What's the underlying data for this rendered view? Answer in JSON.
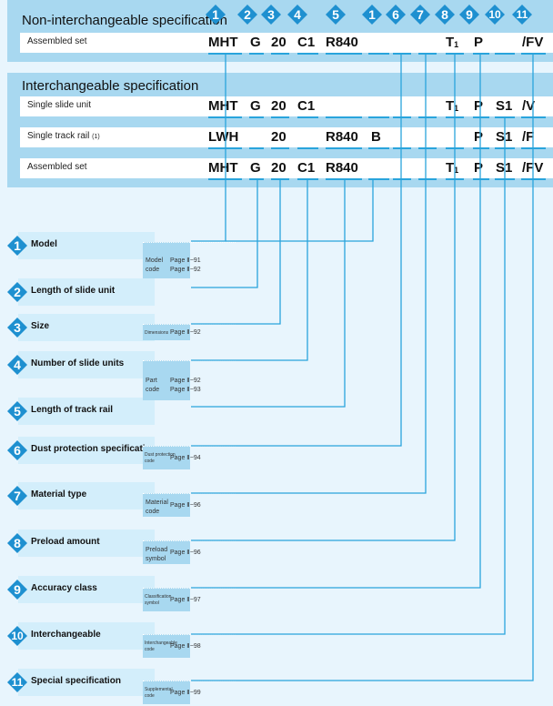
{
  "header": {
    "noninter_title": "Non-interchangeable specification",
    "inter_title": "Interchangeable specification",
    "numbers": [
      "1",
      "2",
      "3",
      "4",
      "5",
      "1",
      "6",
      "7",
      "8",
      "9",
      "10",
      "11"
    ]
  },
  "rows": {
    "assembled_noninter": {
      "label": "Assembled set",
      "codes": [
        "MHT",
        "G",
        "20",
        "C1",
        "R840",
        "T",
        "1",
        "P",
        "/FV"
      ]
    },
    "single_slide": {
      "label": "Single slide unit",
      "codes": [
        "MHT",
        "G",
        "20",
        "C1",
        "T",
        "1",
        "P",
        "S1",
        "/V"
      ]
    },
    "single_track": {
      "label": "Single track rail",
      "note": "(1)",
      "codes": [
        "LWH",
        "20",
        "R840",
        "B",
        "P",
        "S1",
        "/F"
      ]
    },
    "assembled_inter": {
      "label": "Assembled set",
      "codes": [
        "MHT",
        "G",
        "20",
        "C1",
        "R840",
        "T",
        "1",
        "P",
        "S1",
        "/FV"
      ]
    }
  },
  "legend": [
    {
      "num": "1",
      "name": "Model"
    },
    {
      "num": "2",
      "name": "Length of slide unit"
    },
    {
      "num": "3",
      "name": "Size"
    },
    {
      "num": "4",
      "name": "Number of slide units"
    },
    {
      "num": "5",
      "name": "Length of track rail"
    },
    {
      "num": "6",
      "name": "Dust protection specification"
    },
    {
      "num": "7",
      "name": "Material type"
    },
    {
      "num": "8",
      "name": "Preload amount"
    },
    {
      "num": "9",
      "name": "Accuracy class"
    },
    {
      "num": "10",
      "name": "Interchangeable"
    },
    {
      "num": "11",
      "name": "Special specification"
    }
  ],
  "refs": {
    "model_code": {
      "a": "Model",
      "b": "code",
      "page1": "Page Ⅱ−91",
      "page2": "Page Ⅱ−92"
    },
    "dimensions": {
      "a": "Dimensions",
      "page": "Page Ⅱ−92"
    },
    "part_code": {
      "a": "Part",
      "b": "code",
      "page1": "Page Ⅱ−92",
      "page2": "Page Ⅱ−93"
    },
    "dust_code": {
      "a": "Dust protection",
      "b": "code",
      "page": "Page Ⅱ−94"
    },
    "material_code": {
      "a": "Material",
      "b": "code",
      "page": "Page Ⅱ−96"
    },
    "preload_symbol": {
      "a": "Preload",
      "b": "symbol",
      "page": "Page Ⅱ−96"
    },
    "class_symbol": {
      "a": "Classification",
      "b": "symbol",
      "page": "Page Ⅱ−97"
    },
    "interch_code": {
      "a": "Interchangeable",
      "b": "code",
      "page": "Page Ⅱ−98"
    },
    "supp_code": {
      "a": "Supplemental",
      "b": "code",
      "page": "Page Ⅱ−99"
    }
  },
  "colors": {
    "accent": "#29a4dc",
    "diamond": "#1e90d0",
    "band": "#a8d8f0",
    "panel": "#d3eefb",
    "bg": "#e8f5fd"
  }
}
